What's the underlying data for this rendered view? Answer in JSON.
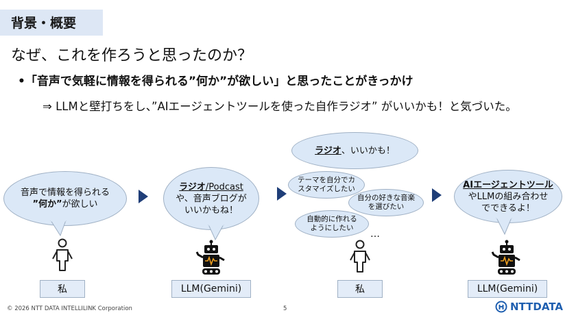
{
  "slide": {
    "section_title": "背景・概要",
    "heading": "なぜ、これを作ろうと思ったのか？",
    "bullet": "•「音声で気軽に情報を得られる”何か”が欲しい」と思ったことがきっかけ",
    "conclusion": "⇒ LLMと壁打ちをし、”AIエージェントツールを使った自作ラジオ” がいいかも！と気づいた。"
  },
  "flow": {
    "bubble1": {
      "line1": "音声で情報を得られる",
      "line2_a": "”何か”",
      "line2_b": "が欲しい"
    },
    "bubble2": {
      "line1_a": "ラジオ",
      "line1_b": "/Podcast",
      "line2": "や、音声ブログが",
      "line3": "いいかもね！"
    },
    "bubble3_top": {
      "a": "ラジオ",
      "b": "、いいかも！"
    },
    "bubble3a": {
      "line1": "テーマを自分でカ",
      "line2": "スタマイズしたい"
    },
    "bubble3b": {
      "line1": "自分の好きな音楽",
      "line2": "を選びたい"
    },
    "bubble3c": {
      "line1": "自動的に作れる",
      "line2": "ようにしたい"
    },
    "ellipsis": "…",
    "bubble4": {
      "line1": "AIエージェントツール",
      "line2": "やLLMの組み合わせ",
      "line3": "でできるよ！"
    },
    "labels": [
      "私",
      "LLM(Gemini)",
      "私",
      "LLM(Gemini)"
    ]
  },
  "footer": {
    "copyright": "© 2026 NTT DATA INTELLILINK Corporation",
    "page": "5",
    "logo_text": "NTTDATA"
  },
  "colors": {
    "bubble_fill": "#dbe8f7",
    "arrow": "#1f3e78",
    "title_bar": "#dde7f5",
    "brand": "#1f5fb0"
  }
}
